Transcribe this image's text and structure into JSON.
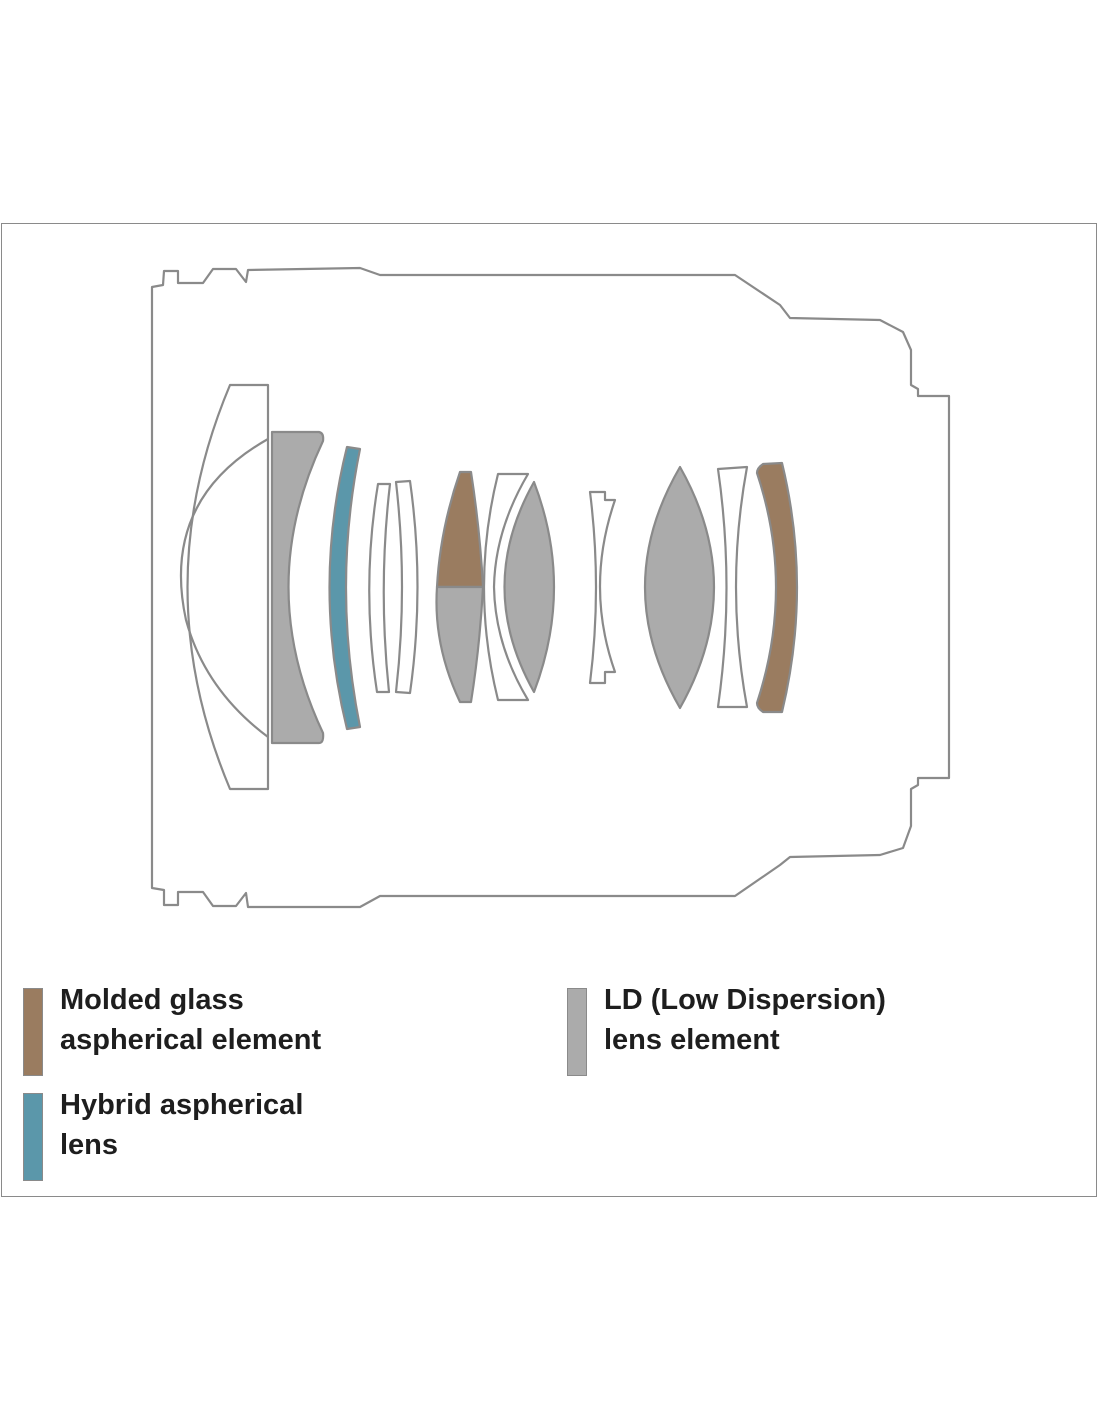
{
  "colors": {
    "molded": "#9a7c60",
    "hybrid": "#5b97aa",
    "ld": "#ababab",
    "outline": "#8a8a8a"
  },
  "legend": {
    "molded": {
      "line1": "Molded glass",
      "line2": "aspherical element"
    },
    "ld": {
      "line1": "LD (Low Dispersion)",
      "line2": "lens element"
    },
    "hybrid": {
      "line1": "Hybrid aspherical",
      "line2": "lens"
    }
  }
}
